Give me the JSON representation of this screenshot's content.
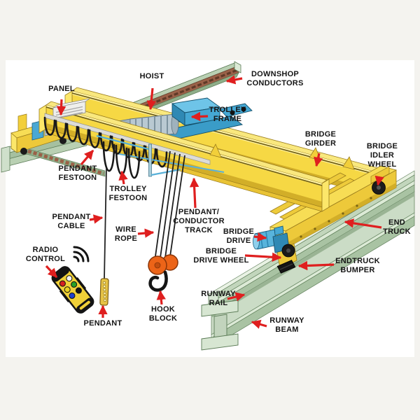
{
  "labels": {
    "panel": {
      "text": "PANEL"
    },
    "hoist": {
      "text": "HOIST"
    },
    "downshop_conductors": {
      "text": "DOWNSHOP\nCONDUCTORS"
    },
    "trolley_frame": {
      "text": "TROLLEY\nFRAME"
    },
    "bridge_girder": {
      "text": "BRIDGE\nGIRDER"
    },
    "bridge_idler_wheel": {
      "text": "BRIDGE\nIDLER\nWHEEL"
    },
    "pendant_festoon": {
      "text": "PENDANT\nFESTOON"
    },
    "trolley_festoon": {
      "text": "TROLLEY\nFESTOON"
    },
    "pendant_cable": {
      "text": "PENDANT\nCABLE"
    },
    "wire_rope": {
      "text": "WIRE\nROPE"
    },
    "pendant_conductor_track": {
      "text": "PENDANT/\nCONDUCTOR\nTRACK"
    },
    "bridge_drive": {
      "text": "BRIDGE\nDRIVE"
    },
    "bridge_drive_wheel": {
      "text": "BRIDGE\nDRIVE WHEEL"
    },
    "end_truck": {
      "text": "END\nTRUCK"
    },
    "endtruck_bumper": {
      "text": "ENDTRUCK\nBUMPER"
    },
    "radio_control": {
      "text": "RADIO\nCONTROL"
    },
    "pendant": {
      "text": "PENDANT"
    },
    "hook_block": {
      "text": "HOOK\nBLOCK"
    },
    "runway_rail": {
      "text": "RUNWAY\nRAIL"
    },
    "runway_beam": {
      "text": "RUNWAY\nBEAM"
    }
  },
  "colors": {
    "label_text": "#151515",
    "arrow_red": "#df1f1f",
    "girder_yellow": "#f6d844",
    "girder_yellow_light": "#f9e87e",
    "girder_yellow_dark": "#d2ae28",
    "beam_green": "#b9d0b3",
    "beam_green_light": "#dcead6",
    "trolley_blue": "#45a8d4",
    "trolley_blue_dark": "#2f89b4",
    "hoist_grey": "#b9c9d2",
    "hook_orange": "#ec6418",
    "conductor_brown": "#9a6148",
    "remote_yellow": "#f0d038",
    "background": "#ffffff",
    "page_margin": "#f4f3ef"
  }
}
